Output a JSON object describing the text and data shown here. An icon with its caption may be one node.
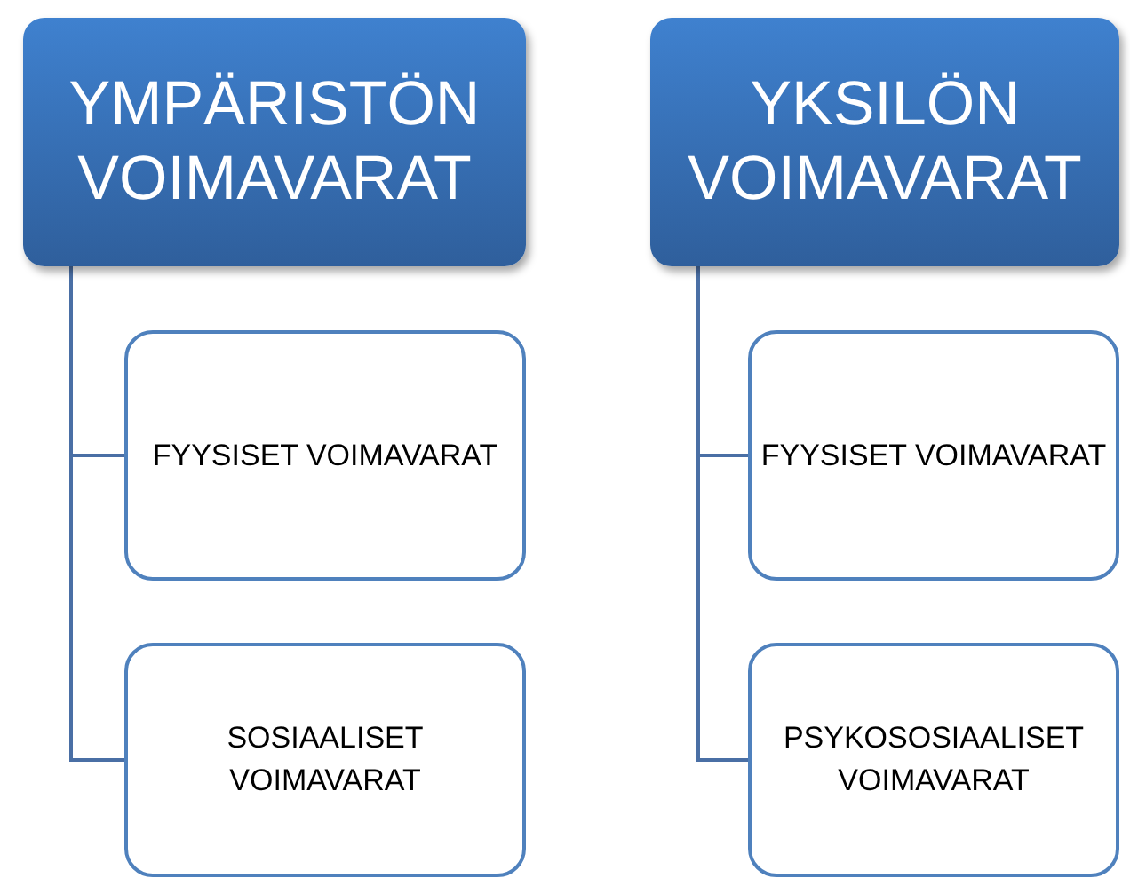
{
  "diagram": {
    "nodes": [
      {
        "text": [
          "YMPÄRISTÖN VOIMAVARAT"
        ]
      },
      {
        "text": [
          "FYYSISET VOIMAVARAT"
        ]
      },
      {
        "text": [
          "SOSIAALISET VOIMAVARAT"
        ]
      },
      {
        "text": [
          "YKSILÖN VOIMAVARAT"
        ]
      },
      {
        "text": [
          "FYYSISET VOIMAVARAT"
        ]
      },
      {
        "text": [
          "PSYKOSOSIAALISET VOIMAVARAT"
        ]
      }
    ],
    "edges": [
      {
        "from": 0,
        "to": 1,
        "arrow": "none"
      },
      {
        "from": 0,
        "to": 2,
        "arrow": "none"
      },
      {
        "from": 3,
        "to": 4,
        "arrow": "none"
      },
      {
        "from": 3,
        "to": 5,
        "arrow": "none"
      }
    ]
  }
}
